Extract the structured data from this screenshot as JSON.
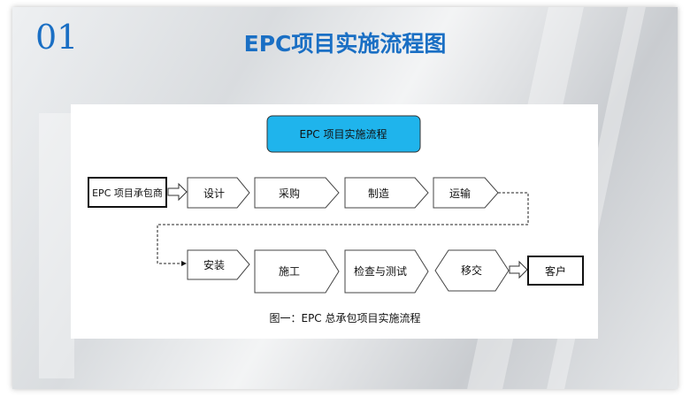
{
  "slide": {
    "number": "01",
    "title": "EPC项目实施流程图"
  },
  "diagram": {
    "header": "EPC 项目实施流程",
    "contractor": "EPC 项目承包商",
    "row1": [
      "设计",
      "采购",
      "制造",
      "运输"
    ],
    "row2": [
      "安装",
      "施工",
      "检查与测试",
      "移交"
    ],
    "customer": "客户",
    "caption": "图一：EPC 总承包项目实施流程",
    "header_color": "#1fb4ec"
  }
}
